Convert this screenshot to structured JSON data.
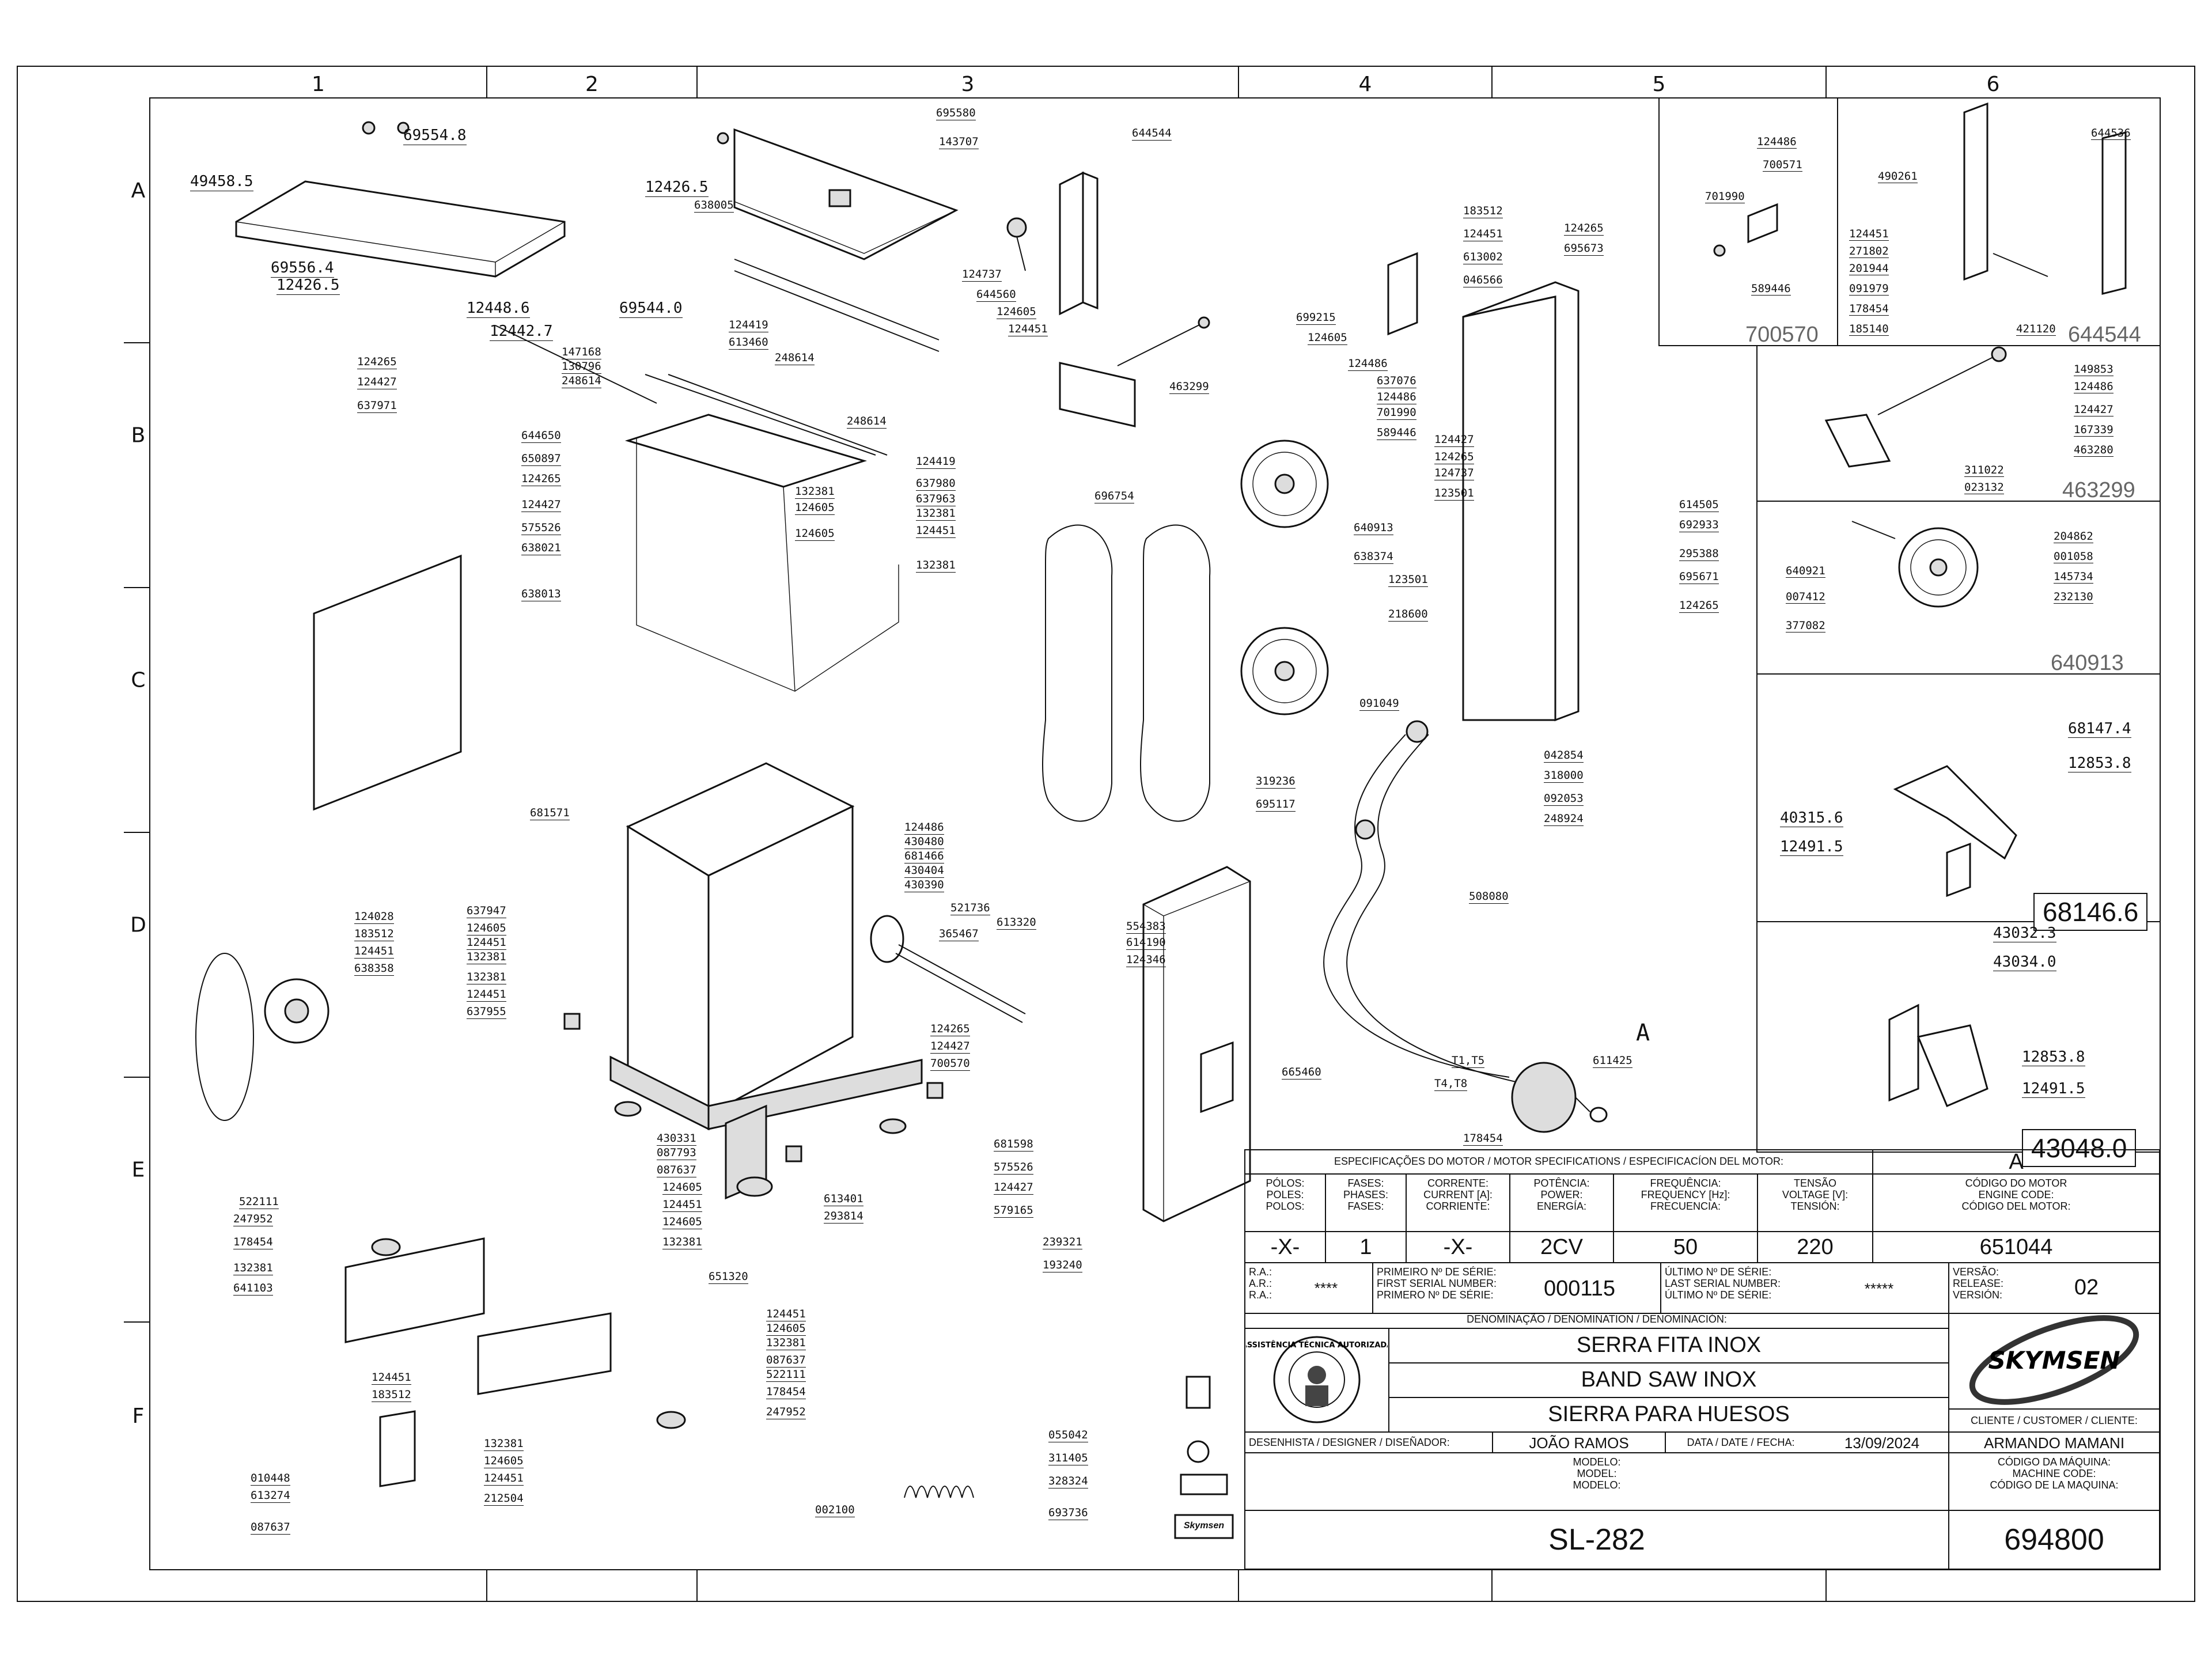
{
  "grid": {
    "columns": [
      "1",
      "2",
      "3",
      "4",
      "5",
      "6"
    ],
    "rows": [
      "A",
      "B",
      "C",
      "D",
      "E",
      "F"
    ]
  },
  "callouts": {
    "a1": [
      "49458.5",
      "69554.8",
      "12426.5",
      "69556.4",
      "12426.5",
      "12448.6",
      "12442.7",
      "69544.0"
    ],
    "a3": [
      "695580",
      "143707",
      "638005",
      "124737",
      "644560",
      "124605",
      "124451"
    ],
    "a3r": [
      "644544",
      "463299"
    ],
    "b1": [
      "124265",
      "124427",
      "637971",
      "147168",
      "130796",
      "248614",
      "124419",
      "613460",
      "248614",
      "248614",
      "124419",
      "644650",
      "650897",
      "132381",
      "637980",
      "124605",
      "637963",
      "124265",
      "124427",
      "575526",
      "132381",
      "124605",
      "124451",
      "638021",
      "132381",
      "638013"
    ],
    "b4": [
      "183512",
      "124451",
      "613002",
      "046566",
      "124265",
      "695673",
      "699215",
      "124605",
      "124486",
      "637076",
      "124486",
      "701990",
      "589446",
      "124427",
      "124265",
      "124737",
      "123501",
      "614505",
      "692933",
      "640913",
      "638374",
      "295388",
      "123501",
      "695671",
      "124265",
      "218600"
    ],
    "c4": [
      "091049",
      "319236",
      "695117",
      "042854",
      "318000",
      "092053",
      "248924",
      "508080",
      "696754"
    ],
    "d2": [
      "681571",
      "124486",
      "430480",
      "681466",
      "430404",
      "430390",
      "521736",
      "365467",
      "613320",
      "637947",
      "124605",
      "124451",
      "132381",
      "132381",
      "124451",
      "637955",
      "124028",
      "183512",
      "124451",
      "638358",
      "554383",
      "614190",
      "124346",
      "124265",
      "124427",
      "700570"
    ],
    "e2": [
      "430331",
      "087793",
      "087637",
      "124605",
      "124451",
      "124605",
      "132381",
      "651320",
      "613401",
      "293814",
      "681598",
      "575526",
      "124427",
      "579165",
      "239321",
      "193240"
    ],
    "e1": [
      "522111",
      "247952",
      "178454",
      "132381",
      "641103",
      "124451",
      "183512",
      "124451",
      "124605",
      "132381",
      "087637",
      "522111",
      "178454",
      "247952"
    ],
    "f1": [
      "010448",
      "613274",
      "087637",
      "132381",
      "124605",
      "124451",
      "212504",
      "002100",
      "055042",
      "311405",
      "328324",
      "693736"
    ],
    "motor": [
      "665460",
      "611425",
      "178454",
      "T1,T5",
      "T4,T8",
      "A"
    ]
  },
  "inset_700570": {
    "labels": [
      "124486",
      "700571",
      "701990",
      "589446"
    ],
    "tag": "700570"
  },
  "inset_644544": {
    "labels": [
      "644536",
      "490261",
      "124451",
      "271802",
      "201944",
      "091979",
      "178454",
      "185140",
      "421120"
    ],
    "tag": "644544"
  },
  "inset_463299": {
    "labels": [
      "149853",
      "124486",
      "124427",
      "167339",
      "463280",
      "311022",
      "023132"
    ],
    "tag": "463299"
  },
  "inset_640913": {
    "labels": [
      "640921",
      "007412",
      "377082",
      "204862",
      "001058",
      "145734",
      "232130"
    ],
    "tag": "640913"
  },
  "inset_68146": {
    "labels": [
      "68147.4",
      "12853.8",
      "40315.6",
      "12491.5"
    ],
    "tag": "68146.6"
  },
  "inset_43048": {
    "labels": [
      "43032.3",
      "43034.0",
      "12853.8",
      "12491.5"
    ],
    "tag": "43048.0"
  },
  "title_block": {
    "motor_header": "ESPECIFICAÇÕES DO MOTOR / MOTOR SPECIFICATIONS / ESPECIFICACÍON DEL MOTOR:",
    "motor_variant": "A",
    "col_heads": [
      [
        "PÓLOS:",
        "POLES:",
        "POLOS:"
      ],
      [
        "FASES:",
        "PHASES:",
        "FASES:"
      ],
      [
        "CORRENTE:",
        "CURRENT [A]:",
        "CORRIENTE:"
      ],
      [
        "POTÊNCIA:",
        "POWER:",
        "ENERGÍA:"
      ],
      [
        "FREQUÊNCIA:",
        "FREQUENCY [Hz]:",
        "FRECUENCIA:"
      ],
      [
        "TENSÃO",
        "VOLTAGE [V]:",
        "TENSIÓN:"
      ],
      [
        "CÓDIGO DO MOTOR",
        "ENGINE CODE:",
        "CÓDIGO DEL MOTOR:"
      ]
    ],
    "col_vals": [
      "-X-",
      "1",
      "-X-",
      "2CV",
      "50",
      "220",
      "651044"
    ],
    "ra": [
      "R.A.:",
      "A.R.:",
      "R.A.:"
    ],
    "ra_val": "****",
    "first_serial_lbl": [
      "PRIMEIRO Nº DE SÉRIE:",
      "FIRST SERIAL NUMBER:",
      "PRIMERO Nº DE SÉRIE:"
    ],
    "first_serial": "000115",
    "last_serial_lbl": [
      "ÚLTIMO Nº DE SÉRIE:",
      "LAST SERIAL NUMBER:",
      "ÚLTIMO Nº DE SÉRIE:"
    ],
    "last_serial": "*****",
    "version_lbl": [
      "VERSÃO:",
      "RELEASE:",
      "VERSIÓN:"
    ],
    "version": "02",
    "denom_lbl": "DENOMINAÇÃO / DENOMINATION / DENOMINACIÓN:",
    "names": [
      "SERRA FITA INOX",
      "BAND SAW INOX",
      "SIERRA PARA HUESOS"
    ],
    "seal_text": "ASSISTÊNCIA TÉCNICA AUTORIZADA",
    "brand": "SKYMSEN",
    "designer_lbl": "DESENHISTA / DESIGNER / DISEÑADOR:",
    "designer": "JOÃO RAMOS",
    "date_lbl": "DATA / DATE / FECHA:",
    "date": "13/09/2024",
    "client_lbl": "CLIENTE / CUSTOMER / CLIENTE:",
    "client": "ARMANDO MAMANI",
    "model_lbl": [
      "MODELO:",
      "MODEL:",
      "MODELO:"
    ],
    "model": "SL-282",
    "machine_code_lbl": [
      "CÓDIGO DA MÁQUINA:",
      "MACHINE CODE:",
      "CÓDIGO DE LA MAQUINA:"
    ],
    "machine_code": "694800"
  },
  "brand_plate": "Skymsen"
}
